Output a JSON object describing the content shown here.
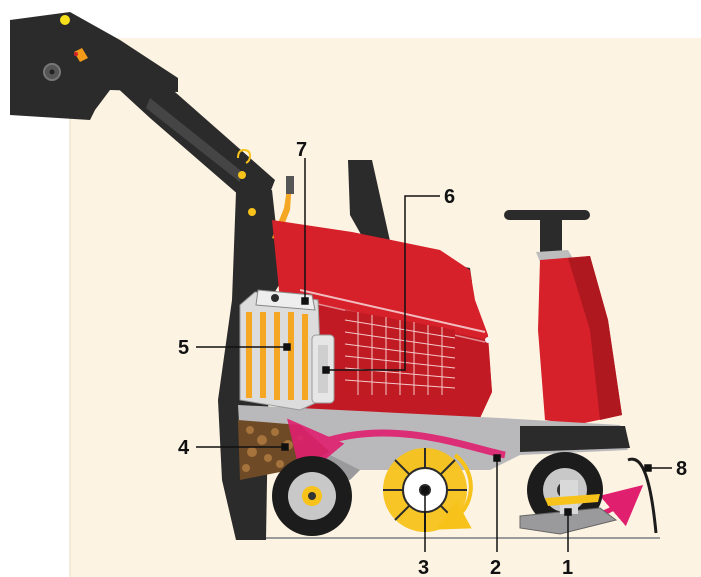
{
  "callouts": [
    {
      "id": "1",
      "label": "1"
    },
    {
      "id": "2",
      "label": "2"
    },
    {
      "id": "3",
      "label": "3"
    },
    {
      "id": "4",
      "label": "4"
    },
    {
      "id": "5",
      "label": "5"
    },
    {
      "id": "6",
      "label": "6"
    },
    {
      "id": "7",
      "label": "7"
    },
    {
      "id": "8",
      "label": "8"
    }
  ],
  "colors": {
    "background_panel": "#fdf3e3",
    "body_red": "#d6202a",
    "body_dark_red": "#a0141c",
    "frame_black": "#2b2b2b",
    "hopper_gray": "#b9b9bb",
    "flow_magenta": "#e0206f",
    "filter_orange": "#f5a623",
    "brush_yellow": "#f7c21a",
    "debris_brown": "#8a5a2b",
    "tire_black": "#1c1c1c",
    "rim_gray": "#c8c8c8"
  }
}
